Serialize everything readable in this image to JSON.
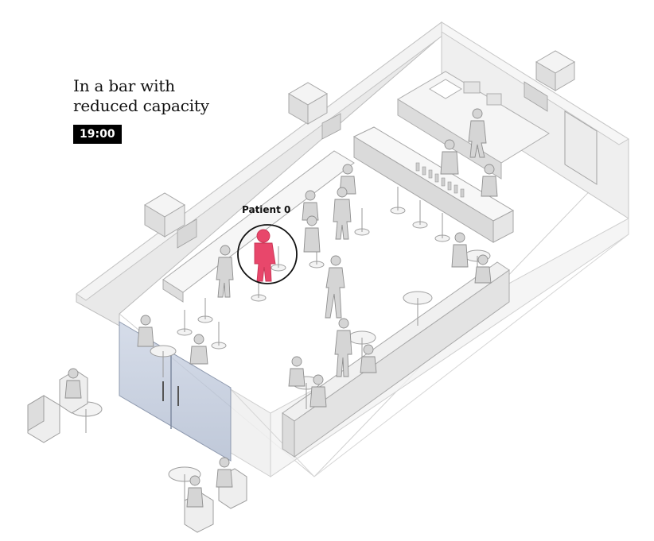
{
  "header": {
    "title_line_1": "In a bar with",
    "title_line_2": "reduced capacity",
    "time": "19:00"
  },
  "annotations": {
    "patient_label": "Patient 0"
  },
  "colors": {
    "patient": "#e8476b",
    "wall": "#e6e6e6",
    "floor": "#ffffff",
    "glass_door": "#b9c4d8",
    "person": "#d2d2d2",
    "outline": "#9a9a9a"
  }
}
